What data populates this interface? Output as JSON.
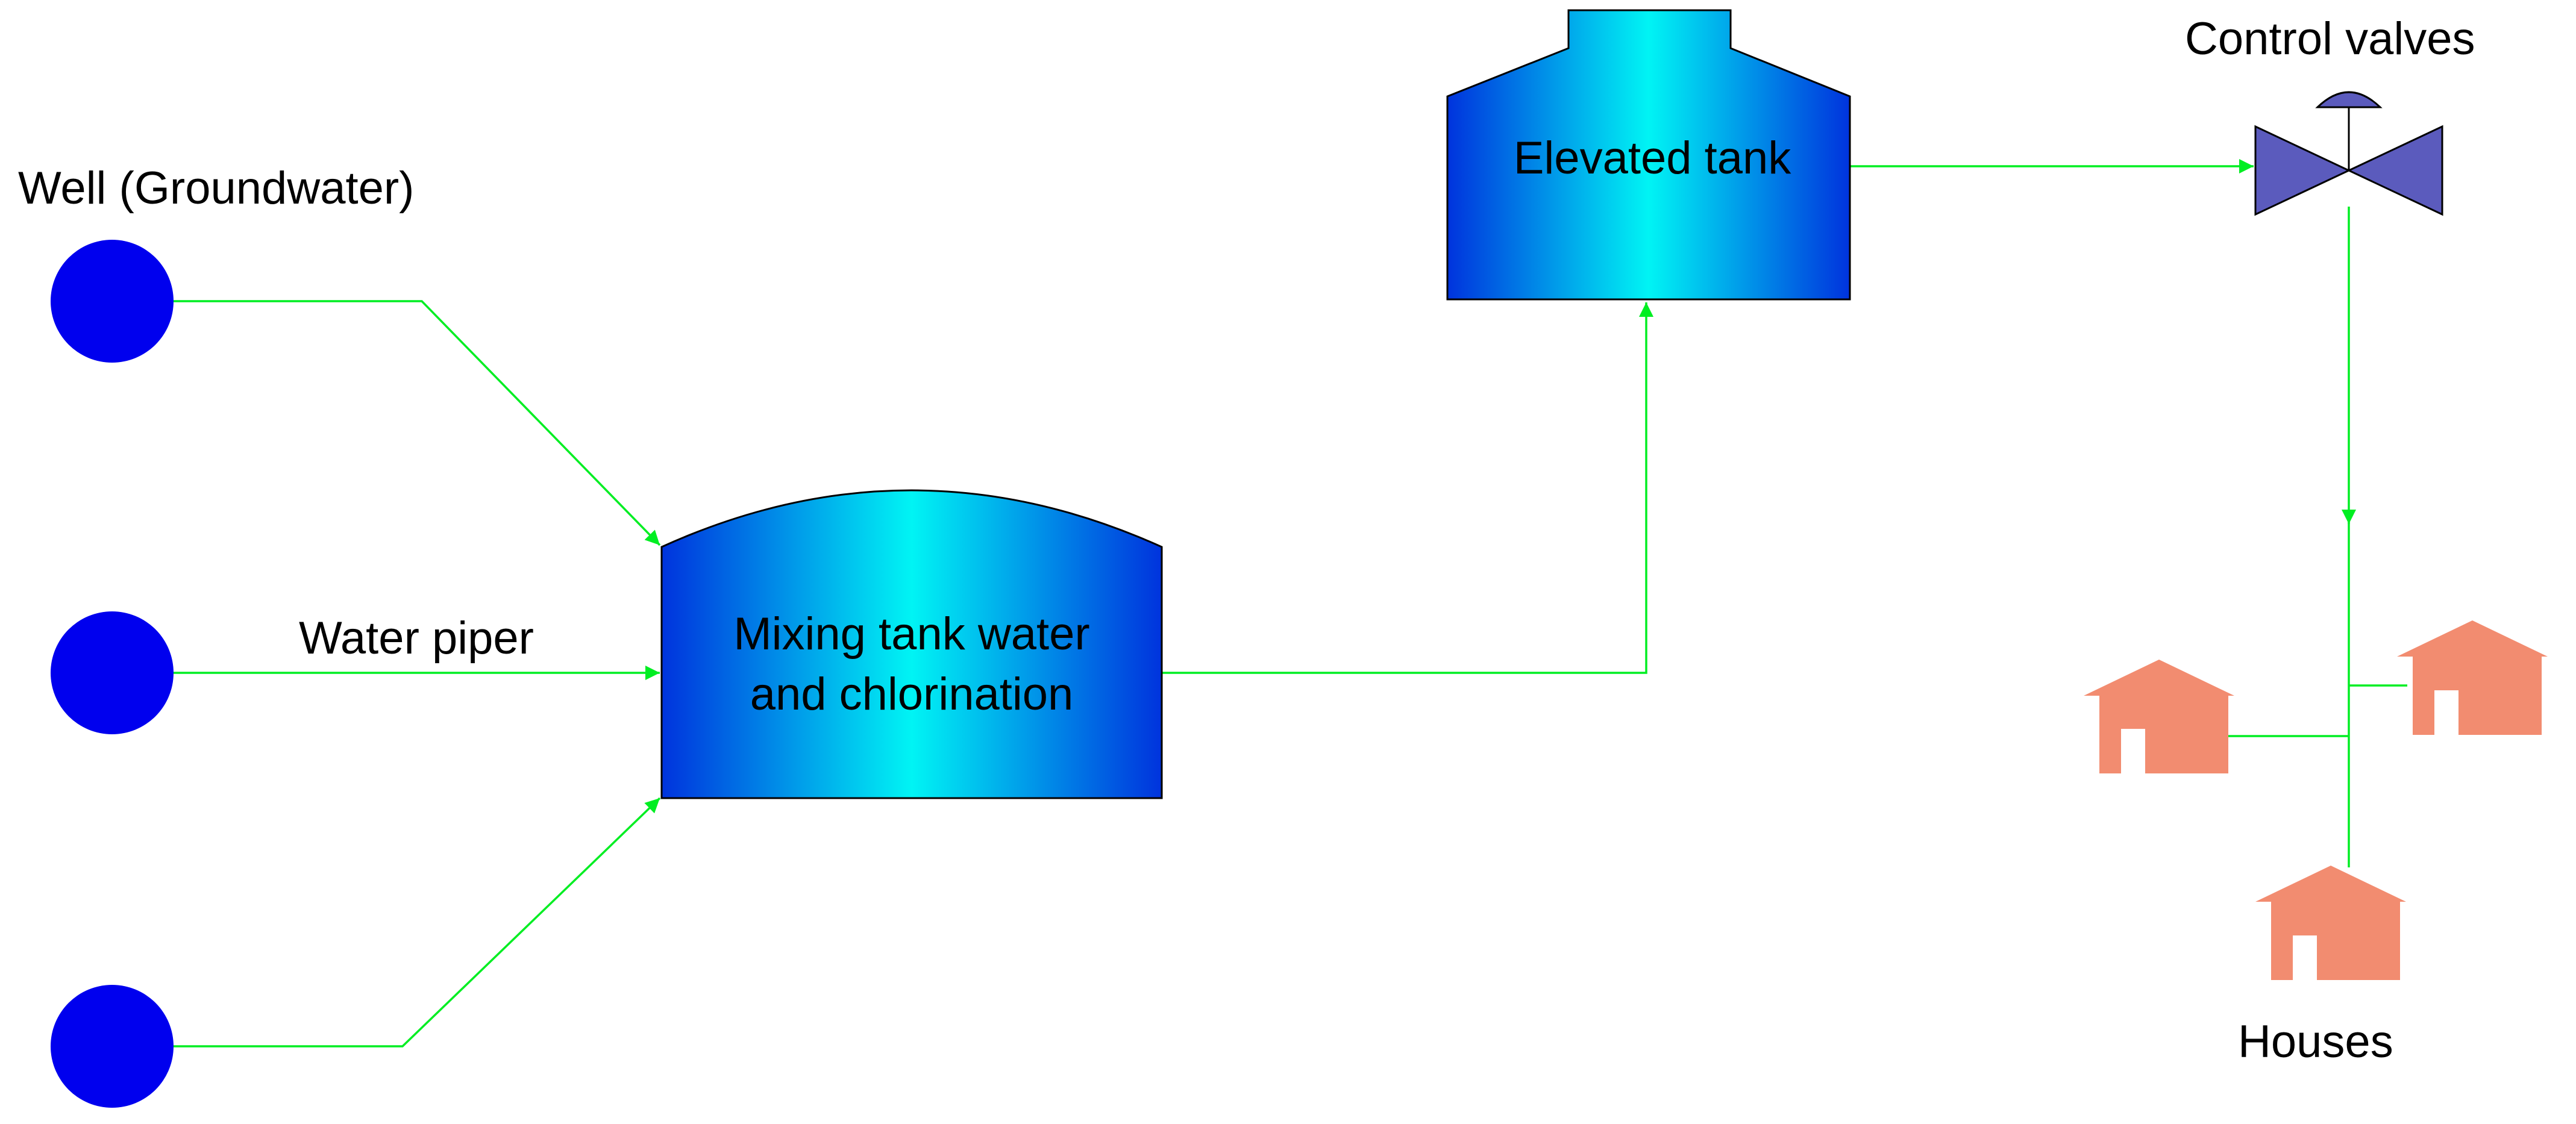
{
  "labels": {
    "wells": "Well (Groundwater)",
    "water_piper": "Water piper",
    "mixing_tank_line1": "Mixing tank water",
    "mixing_tank_line2": "and chlorination",
    "elevated_tank": "Elevated tank",
    "control_valves": "Control valves",
    "houses": "Houses"
  },
  "colors": {
    "pipe": "#00ee22",
    "well": "#0000ee",
    "tank_edge": "#0033dd",
    "tank_center": "#00f4f4",
    "valve": "#5b5bbd",
    "house": "#f28c70",
    "label": "#000000"
  },
  "icons": {
    "well": "circle",
    "mixing_tank": "dome-tank",
    "elevated_tank": "elevated-tank",
    "valve": "gate-valve",
    "house": "house-icon"
  }
}
